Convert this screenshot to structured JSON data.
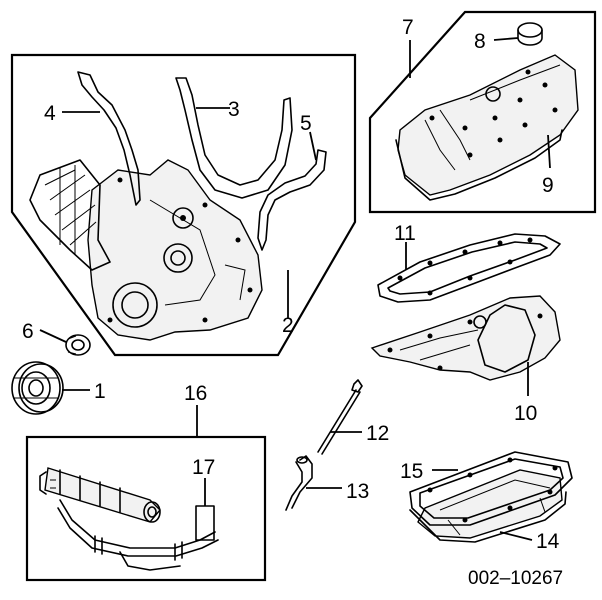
{
  "callouts": {
    "c1": "1",
    "c2": "2",
    "c3": "3",
    "c4": "4",
    "c5": "5",
    "c6": "6",
    "c7": "7",
    "c8": "8",
    "c9": "9",
    "c10": "10",
    "c11": "11",
    "c12": "12",
    "c13": "13",
    "c14": "14",
    "c15": "15",
    "c16": "16",
    "c17": "17"
  },
  "reference_number": "002–10267"
}
